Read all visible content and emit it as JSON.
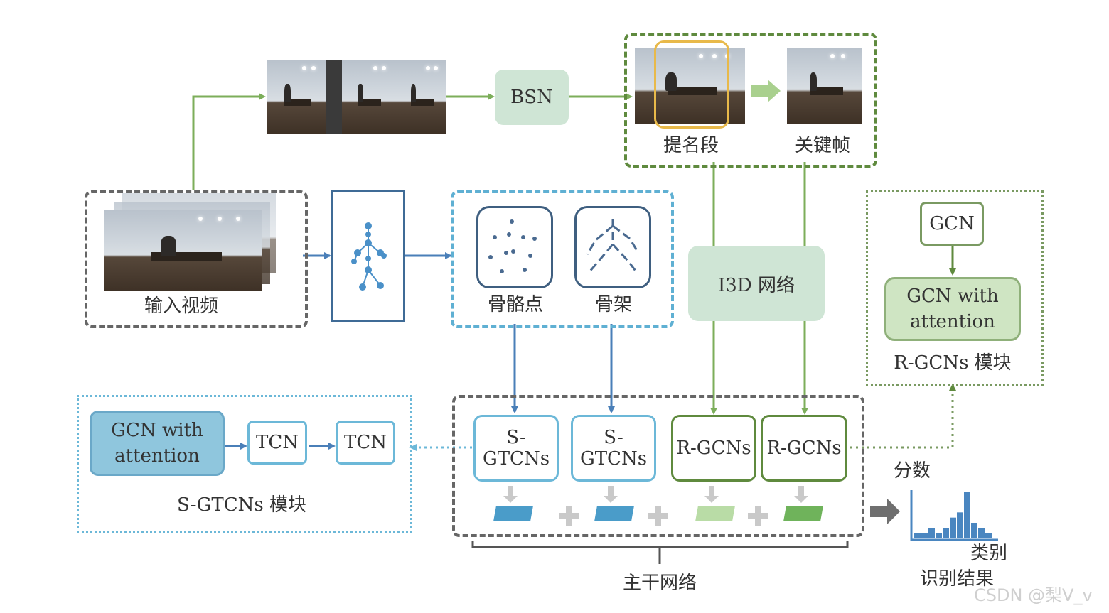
{
  "nodes": {
    "bsn": "BSN",
    "proposal_label": "提名段",
    "keyframe_label": "关键帧",
    "input_video_label": "输入视频",
    "skeleton_points_label": "骨骼点",
    "skeleton_label": "骨架",
    "i3d": "I3D 网络",
    "gcn": "GCN",
    "gcn_attention_top": "GCN with",
    "gcn_attention_bottom": "attention",
    "rgcn_module_label": "R-GCNs 模块",
    "sgtcn_gcn_top": "GCN with",
    "sgtcn_gcn_bottom": "attention",
    "tcn1": "TCN",
    "tcn2": "TCN",
    "sgtcn_module_label": "S-GTCNs 模块",
    "sgtcns_1": "S-GTCNs",
    "sgtcns_2": "S-GTCNs",
    "rgcns_1": "R-GCNs",
    "rgcns_2": "R-GCNs",
    "backbone_label": "主干网络",
    "score_label": "分数",
    "class_label": "类别",
    "result_label": "识别结果"
  },
  "histogram": {
    "values": [
      1,
      1,
      2,
      1,
      2,
      4,
      5,
      9,
      3,
      2,
      1
    ]
  },
  "watermark": "CSDN @梨V_v",
  "colors": {
    "green_arrow": "#7cae5a",
    "blue_arrow": "#4a7fb8",
    "bsn_fill": "#cfe5d5",
    "i3d_fill": "#cfe5d5",
    "gcn_attention_fill": "#cfe5c3",
    "sgtcn_gcn_fill": "#8fc6dd",
    "hist_bar": "#4a86c0"
  }
}
